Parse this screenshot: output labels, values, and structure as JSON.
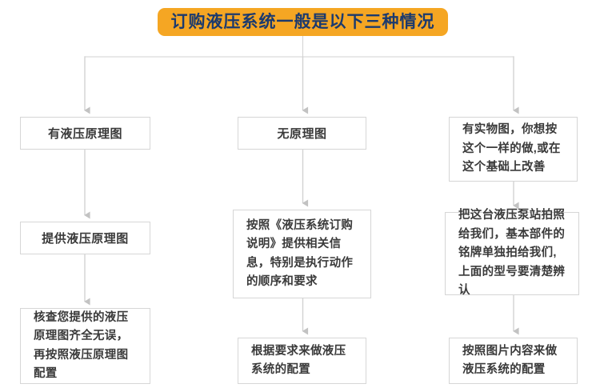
{
  "title": {
    "text": "订购液压系统一般是以下三种情况",
    "bg_color": "#f5a623",
    "text_color": "#1b3a6e"
  },
  "style": {
    "node_border_color": "#d6d6d6",
    "connector_color": "#c8c8c8",
    "node_text_color": "#3a3a3a",
    "background": "#ffffff"
  },
  "branches": [
    {
      "id": "branch-1",
      "steps": [
        {
          "id": "c1-r1",
          "text": "有液压原理图",
          "align": "center"
        },
        {
          "id": "c1-r2",
          "text": "提供液压原理图",
          "align": "center"
        },
        {
          "id": "c1-r3",
          "text": "核查您提供的液压原理图齐全无误，再按照液压原理图配置",
          "align": "left"
        }
      ]
    },
    {
      "id": "branch-2",
      "steps": [
        {
          "id": "c2-r1",
          "text": "无原理图",
          "align": "center"
        },
        {
          "id": "c2-r2",
          "text": "按照《液压系统订购说明》提供相关信息，特别是执行动作的顺序和要求",
          "align": "left"
        },
        {
          "id": "c2-r3",
          "text": "根据要求来做液压系统的配置",
          "align": "left"
        }
      ]
    },
    {
      "id": "branch-3",
      "steps": [
        {
          "id": "c3-r1",
          "text": "有实物图，你想按这个一样的做,或在这个基础上改善",
          "align": "left"
        },
        {
          "id": "c3-r2",
          "text": "把这台液压泵站拍照给我们，基本部件的铭牌单独拍给我们,上面的型号要清楚辨认",
          "align": "left"
        },
        {
          "id": "c3-r3",
          "text": "按照图片内容来做液压系统的配置",
          "align": "left"
        }
      ]
    }
  ]
}
